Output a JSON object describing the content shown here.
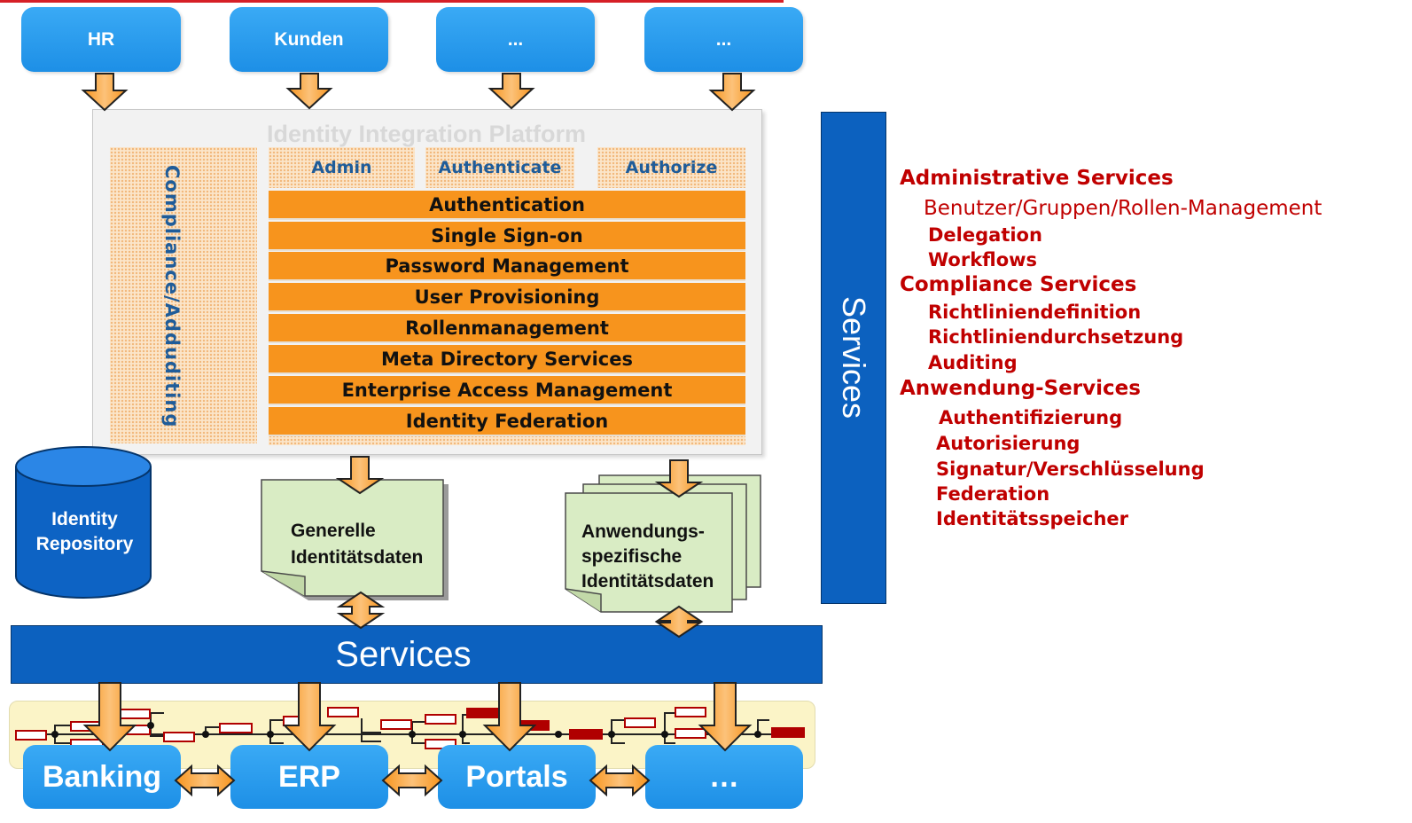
{
  "sources": [
    "HR",
    "Kunden",
    "...",
    "..."
  ],
  "platform": {
    "title": "Identity Integration Platform",
    "compliance": "Compliance/Adduditing",
    "columns": [
      "Admin",
      "Authenticate",
      "Authorize"
    ],
    "layers": [
      "Authentication",
      "Single Sign-on",
      "Password Management",
      "User Provisioning",
      "Rollenmanagement",
      "Meta Directory Services",
      "Enterprise Access Management",
      "Identity Federation"
    ]
  },
  "repository": {
    "line1": "Identity",
    "line2": "Repository"
  },
  "docs": {
    "general": {
      "line1": "Generelle",
      "line2": "Identitätsdaten"
    },
    "specific": {
      "line1": "Anwendungs-",
      "line2": "spezifische",
      "line3": "Identitätsdaten"
    }
  },
  "services_bus": "Services",
  "services_vertical": "Services",
  "apps": [
    "Banking",
    "ERP",
    "Portals",
    "…"
  ],
  "services_list": {
    "admin_head": "Administrative Services",
    "admin_items": [
      "Benutzer/Gruppen/Rollen-Management",
      "Delegation",
      "Workflows"
    ],
    "compliance_head": "Compliance Services",
    "compliance_items": [
      "Richtliniendefinition",
      "Richtliniendurchsetzung",
      "Auditing"
    ],
    "app_head": "Anwendung-Services",
    "app_items": [
      "Authentifizierung",
      "Autorisierung",
      "Signatur/Verschlüsselung",
      "Federation",
      "Identitätsspeicher"
    ]
  },
  "colors": {
    "blue_box": "#1d8fe6",
    "bus": "#0c61bf",
    "orange": "#f7941d",
    "red_text": "#c00000",
    "doc_green": "#d9ecc4"
  }
}
